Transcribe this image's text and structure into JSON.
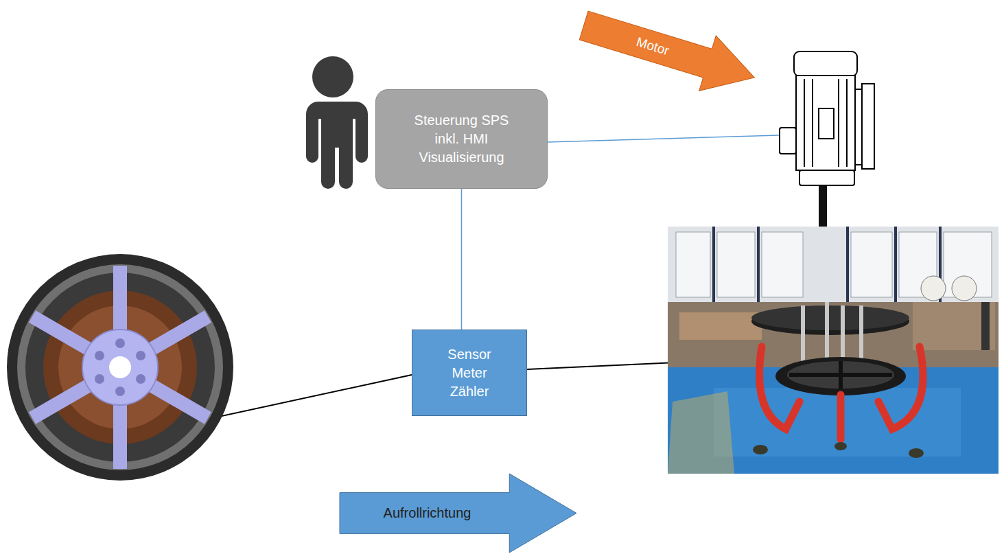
{
  "diagram": {
    "nodes": [
      {
        "text": [
          "Motor"
        ]
      },
      {
        "text": [
          "Steuerung SPS inkl. HMI Visualisierung"
        ]
      },
      {
        "text": [
          "Sensor Meter Zähler"
        ]
      },
      {
        "text": [
          "Aufrollrichtung"
        ]
      }
    ],
    "edges": [
      {
        "from": 1,
        "to": 2,
        "arrow": "none"
      }
    ]
  }
}
